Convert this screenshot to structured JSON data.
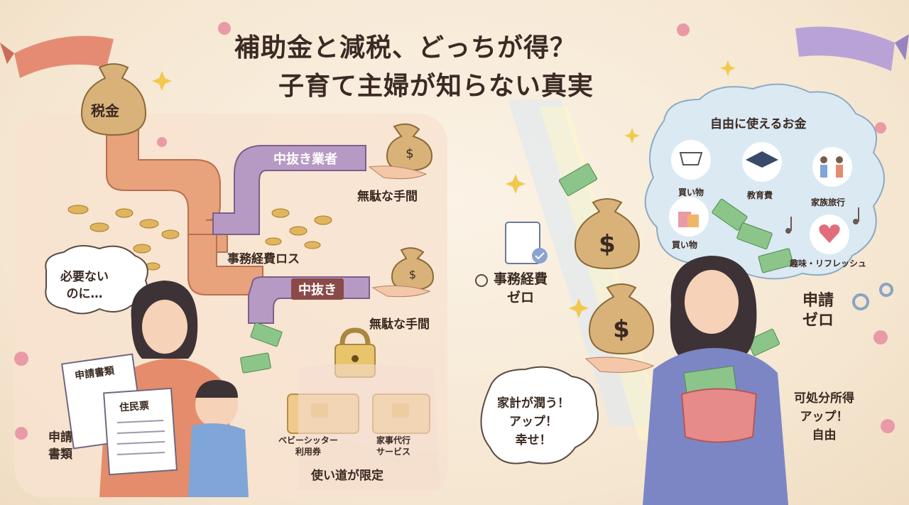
{
  "title": {
    "line1": "補助金と減税、どっちが得？",
    "line2": "子育て主婦が知らない真実"
  },
  "left": {
    "tax_bag": "税金",
    "middleman_pipe": "中抜き業者",
    "waste_1": "無駄な手間",
    "office_loss": "事務経費ロス",
    "nakanuki_pipe": "中抜き",
    "waste_2": "無駄な手間",
    "speech": "必要ない\nのに…",
    "doc_1": "申請書類",
    "doc_2": "住民票",
    "docs_caption": "申請\n書類",
    "voucher_1": "ベビーシッター\n利用券",
    "voucher_2": "家事代行\nサービス",
    "limited": "使い道が限定"
  },
  "right": {
    "office_zero": "事務経費\nゼロ",
    "free_money": "自由に使えるお金",
    "item_shopping": "買い物",
    "item_education": "教育費",
    "item_travel": "家族旅行",
    "item_shopping2": "買い物",
    "item_hobby": "趣味・リフレッシュ",
    "apply_zero": "申請\nゼロ",
    "speech": "家計が潤う！\nアップ！\n幸せ！",
    "disposable": "可処分所得\nアップ！\n自由"
  },
  "colors": {
    "pipe_orange": "#e8a27c",
    "pipe_purple": "#b79ac4",
    "ribbon_left": "#e58b74",
    "ribbon_right": "#b9a3d6",
    "money_green": "#8cc58a",
    "bag": "#d9b27a"
  }
}
